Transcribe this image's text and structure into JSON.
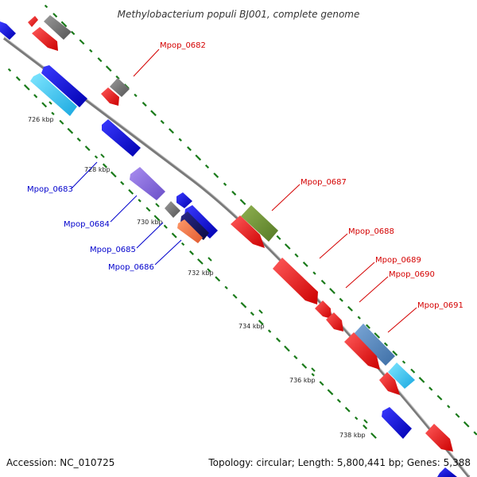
{
  "title": "Methylobacterium populi BJ001, complete genome",
  "accession": "Accession: NC_010725",
  "summary": "Topology: circular; Length: 5,800,441 bp; Genes: 5,388",
  "colors": {
    "backbone": "#8c8c8c",
    "gc_marks": "#1a7a1a",
    "forward_label": "#d40000",
    "reverse_label": "#0000cc"
  },
  "kbp_ticks": [
    "726 kbp",
    "728 kbp",
    "730 kbp",
    "732 kbp",
    "734 kbp",
    "736 kbp",
    "738 kbp"
  ],
  "gene_labels": {
    "mpop_0682": "Mpop_0682",
    "mpop_0683": "Mpop_0683",
    "mpop_0684": "Mpop_0684",
    "mpop_0685": "Mpop_0685",
    "mpop_0686": "Mpop_0686",
    "mpop_0687": "Mpop_0687",
    "mpop_0688": "Mpop_0688",
    "mpop_0689": "Mpop_0689",
    "mpop_0690": "Mpop_0690",
    "mpop_0691": "Mpop_0691"
  }
}
